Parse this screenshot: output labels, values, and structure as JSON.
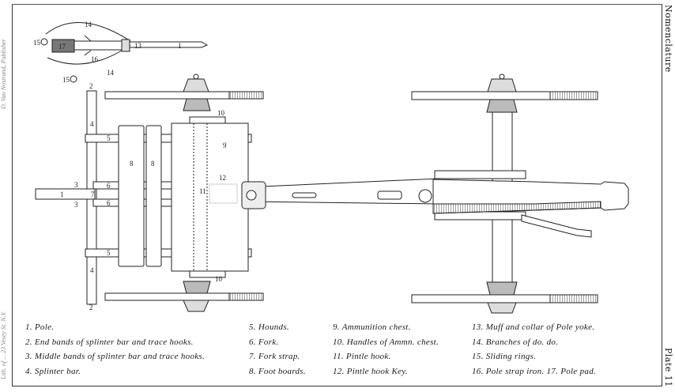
{
  "plate": {
    "title": "Nomenclature",
    "plate_number": "Plate 11",
    "publisher_note": "D. Van Nostrand, Publisher",
    "lithographer_note": "Lith. of ... 23 Vesey St. N.Y.",
    "colors": {
      "ink": "#1a1a1a",
      "paper": "#ffffff",
      "hatch": "#555555"
    }
  },
  "diagram": {
    "inset_labels": {
      "pole": "1",
      "muff_collar": "13",
      "branches_top": "14",
      "branches_bottom": "14",
      "ring_top": "15",
      "ring_bottom": "15",
      "strap_iron": "16",
      "pole_pad": "17"
    },
    "limber_labels": {
      "pole": "1",
      "end_band_top": "2",
      "end_band_bottom": "2",
      "middle_band_top": "3",
      "middle_band_bottom": "3",
      "splinter_bar_top": "4",
      "splinter_bar_bottom": "4",
      "hounds_top": "5",
      "hounds_bottom": "5",
      "fork_top": "6",
      "fork_bottom": "6",
      "fork_strap": "7",
      "foot_board_left": "8",
      "foot_board_right": "8",
      "ammunition_chest": "9",
      "handle_top": "10",
      "handle_bottom": "10",
      "pintle_hook": "11",
      "pintle_hook_key": "12"
    }
  },
  "legend": {
    "columns": [
      [
        "1. Pole.",
        "2. End bands of splinter bar and trace hooks.",
        "3. Middle bands of splinter bar and trace hooks.",
        "4. Splinter bar."
      ],
      [
        "5. Hounds.",
        "6. Fork.",
        "7. Fork strap.",
        "8. Foot boards."
      ],
      [
        "9. Ammunition chest.",
        "10. Handles of Ammn. chest.",
        "11. Pintle hook.",
        "12. Pintle hook Key."
      ],
      [
        "13. Muff and collar of Pole yoke.",
        "14. Branches of   do.   do.",
        "15. Sliding rings.",
        "16. Pole strap iron.  17. Pole pad."
      ]
    ]
  }
}
